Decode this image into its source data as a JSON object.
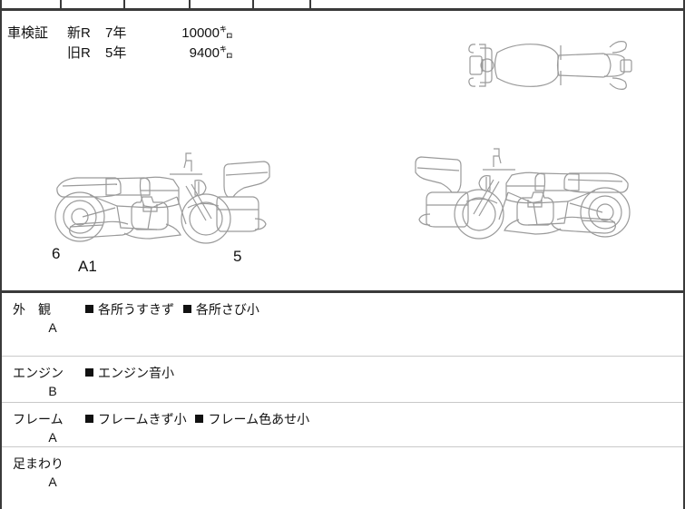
{
  "document": {
    "kind": "motorcycle-auction-inspection-sheet"
  },
  "header_strip": {
    "cells": [
      {
        "label": ""
      },
      {
        "label": ""
      },
      {
        "label": ""
      },
      {
        "label": ""
      },
      {
        "label": ""
      },
      {
        "label": ""
      }
    ]
  },
  "registration": {
    "label": "車検証",
    "rows": [
      {
        "era": "新R",
        "year": "7年",
        "distance": "10000",
        "unit": "㌔"
      },
      {
        "era": "旧R",
        "year": "5年",
        "distance": "9400",
        "unit": "㌔"
      }
    ]
  },
  "diagrams": {
    "top_view": {
      "name": "motorcycle-top-view"
    },
    "left_side_view": {
      "name": "motorcycle-left-side-view"
    },
    "right_side_view": {
      "name": "motorcycle-right-side-view"
    },
    "markers": [
      {
        "id": "marker-6",
        "text": "6"
      },
      {
        "id": "marker-a1",
        "text": "A1"
      },
      {
        "id": "marker-5",
        "text": "5"
      }
    ]
  },
  "inspection": {
    "rows": [
      {
        "category": "外　観",
        "grade": "A",
        "notes": [
          "各所うすきず",
          "各所さび小"
        ]
      },
      {
        "category": "エンジン",
        "grade": "B",
        "notes": [
          "エンジン音小"
        ]
      },
      {
        "category": "フレーム",
        "grade": "A",
        "notes": [
          "フレームきず小",
          "フレーム色あせ小"
        ]
      },
      {
        "category": "足まわり",
        "grade": "A",
        "notes": []
      }
    ]
  },
  "colors": {
    "rule_heavy": "#3a3a3a",
    "rule_light": "#c9c9c9",
    "line_art": "#9a9a9a",
    "text": "#111111"
  }
}
